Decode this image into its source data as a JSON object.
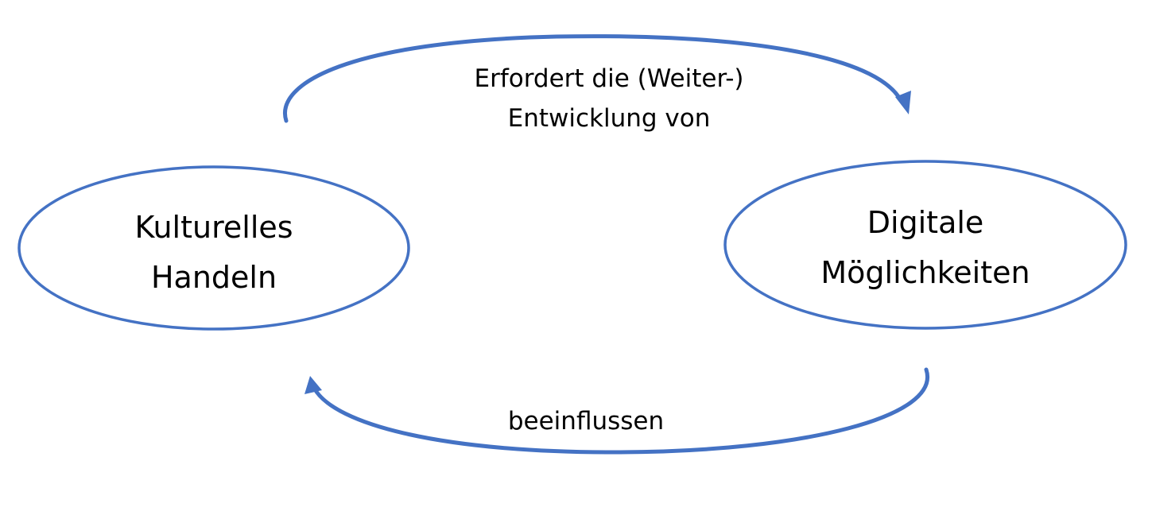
{
  "diagram": {
    "stroke_color": "#4472C4",
    "nodes": {
      "left": {
        "line1": "Kulturelles",
        "line2": "Handeln"
      },
      "right": {
        "line1": "Digitale",
        "line2": "Möglichkeiten"
      }
    },
    "edges": {
      "top": {
        "line1": "Erfordert die (Weiter-)",
        "line2": "Entwicklung von"
      },
      "bottom": {
        "line1": "beeinflussen"
      }
    }
  }
}
